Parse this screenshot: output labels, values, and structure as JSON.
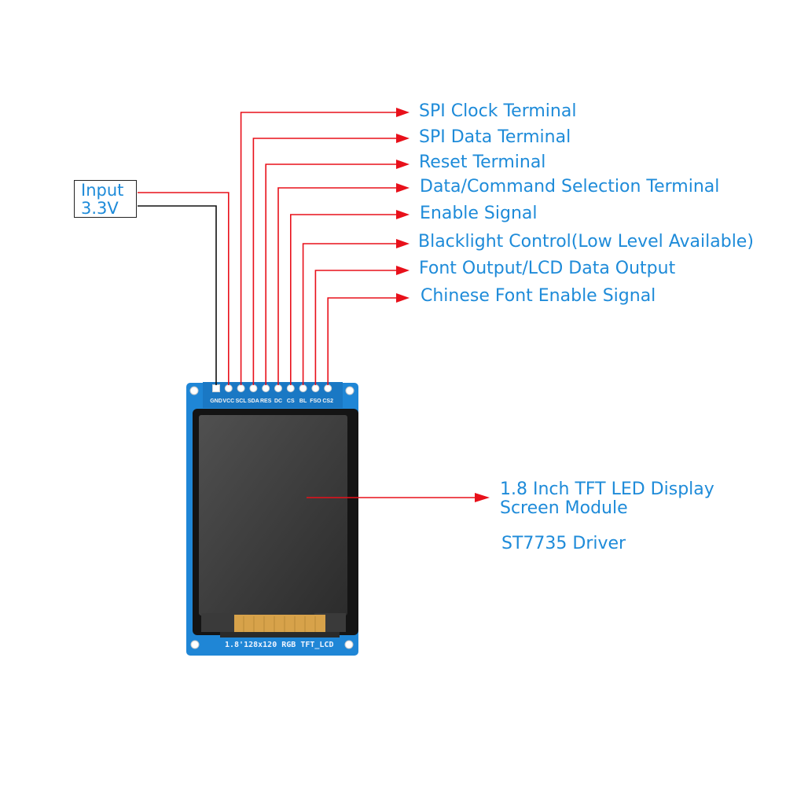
{
  "input": {
    "line1": "Input",
    "line2": "3.3V"
  },
  "pins": [
    {
      "name": "GND",
      "label": ""
    },
    {
      "name": "VCC",
      "label": ""
    },
    {
      "name": "SCL",
      "label": "SPI Clock Terminal"
    },
    {
      "name": "SDA",
      "label": "SPI Data Terminal"
    },
    {
      "name": "RES",
      "label": "Reset Terminal"
    },
    {
      "name": "DC",
      "label": "Data/Command Selection Terminal"
    },
    {
      "name": "CS",
      "label": "Enable Signal"
    },
    {
      "name": "BL",
      "label": "Blacklight Control(Low Level Available)"
    },
    {
      "name": "FSO",
      "label": "Font Output/LCD Data Output"
    },
    {
      "name": "CS2",
      "label": "Chinese Font Enable Signal"
    }
  ],
  "module": {
    "title_line1": "1.8 Inch TFT LED Display",
    "title_line2": "Screen Module",
    "driver": "ST7735 Driver",
    "silkscreen": "1.8'128x120 RGB TFT_LCD"
  },
  "colors": {
    "arrow": "#e8101a",
    "wire_black": "#111111",
    "text": "#1e8bd9",
    "pcb": "#1f86d6",
    "pcb_dark": "#1266b0",
    "screen": "#3a3a3a",
    "bezel": "#141414",
    "ribbon": "#d7a24a"
  }
}
